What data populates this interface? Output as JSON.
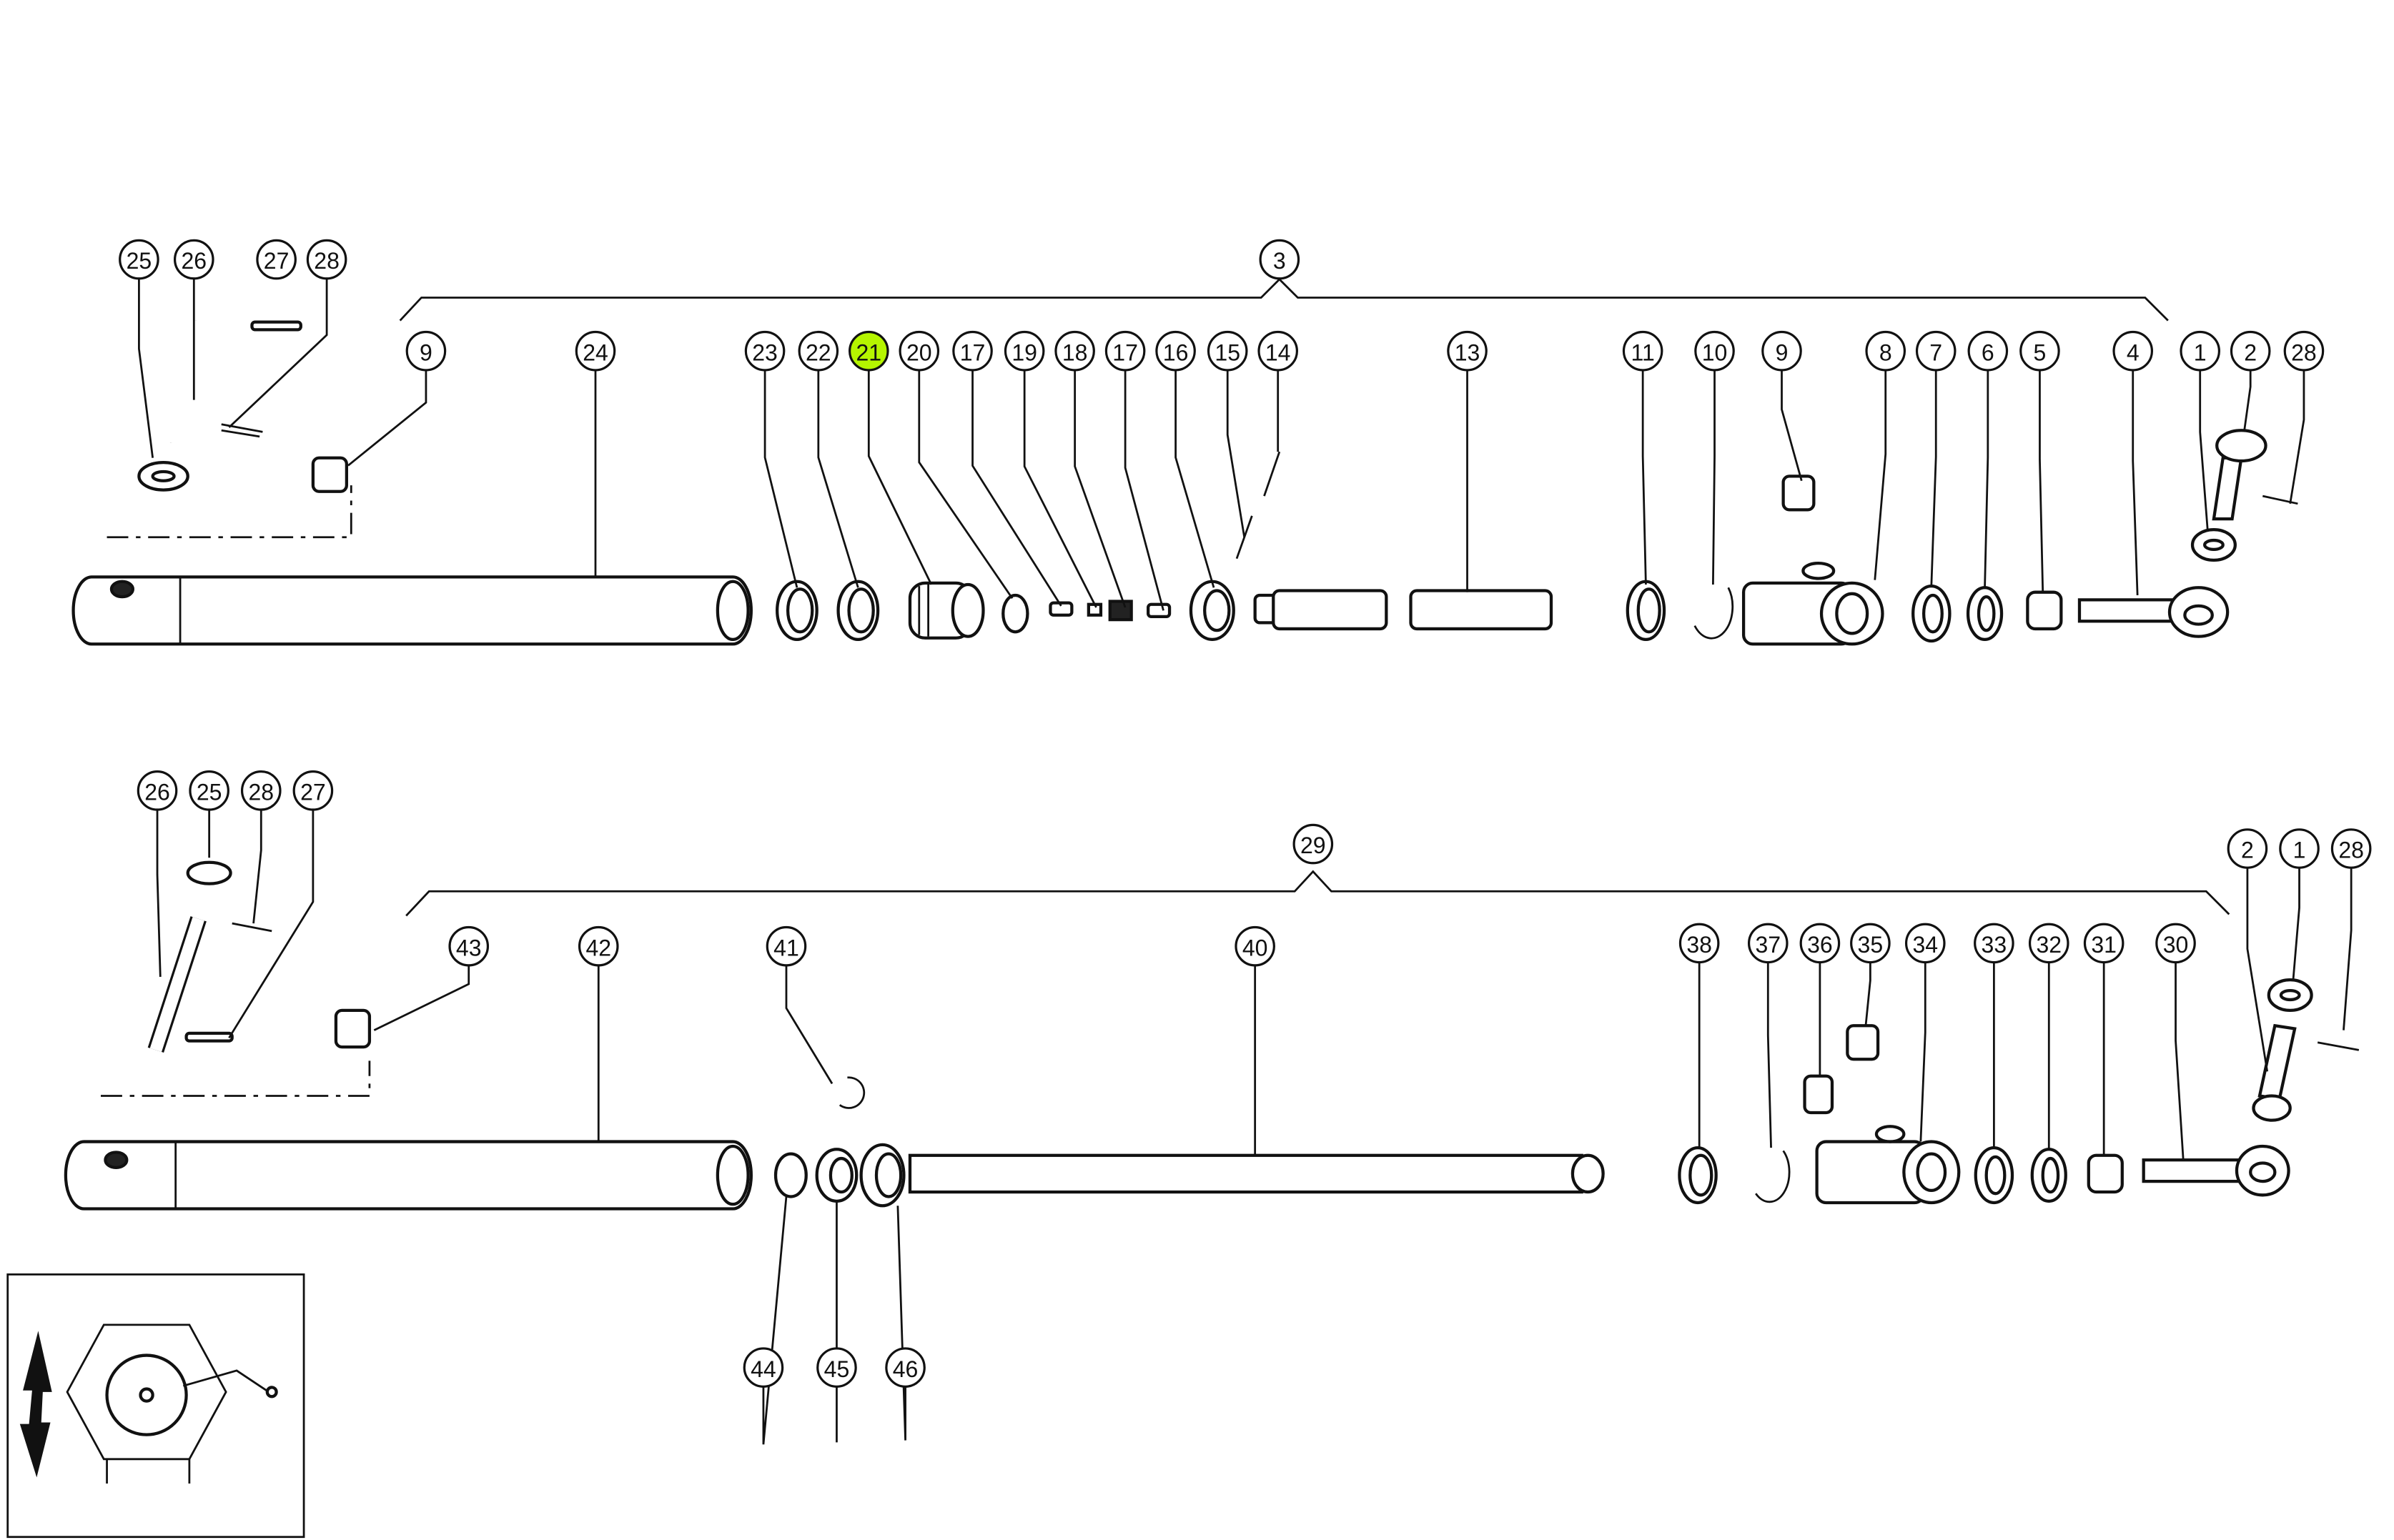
{
  "diagram": {
    "highlight_color": "#b5f500",
    "highlighted_label": "21",
    "groups": {
      "upper_assembly": "3",
      "lower_assembly": "29"
    },
    "callouts": [
      "25",
      "26",
      "27",
      "28",
      "3",
      "9",
      "24",
      "23",
      "22",
      "21",
      "20",
      "17",
      "19",
      "18",
      "17",
      "16",
      "15",
      "14",
      "13",
      "11",
      "10",
      "9",
      "8",
      "7",
      "6",
      "5",
      "4",
      "1",
      "2",
      "28",
      "26",
      "25",
      "28",
      "27",
      "29",
      "43",
      "42",
      "41",
      "40",
      "38",
      "37",
      "36",
      "35",
      "34",
      "33",
      "32",
      "31",
      "30",
      "2",
      "1",
      "28",
      "44",
      "45",
      "46"
    ]
  }
}
